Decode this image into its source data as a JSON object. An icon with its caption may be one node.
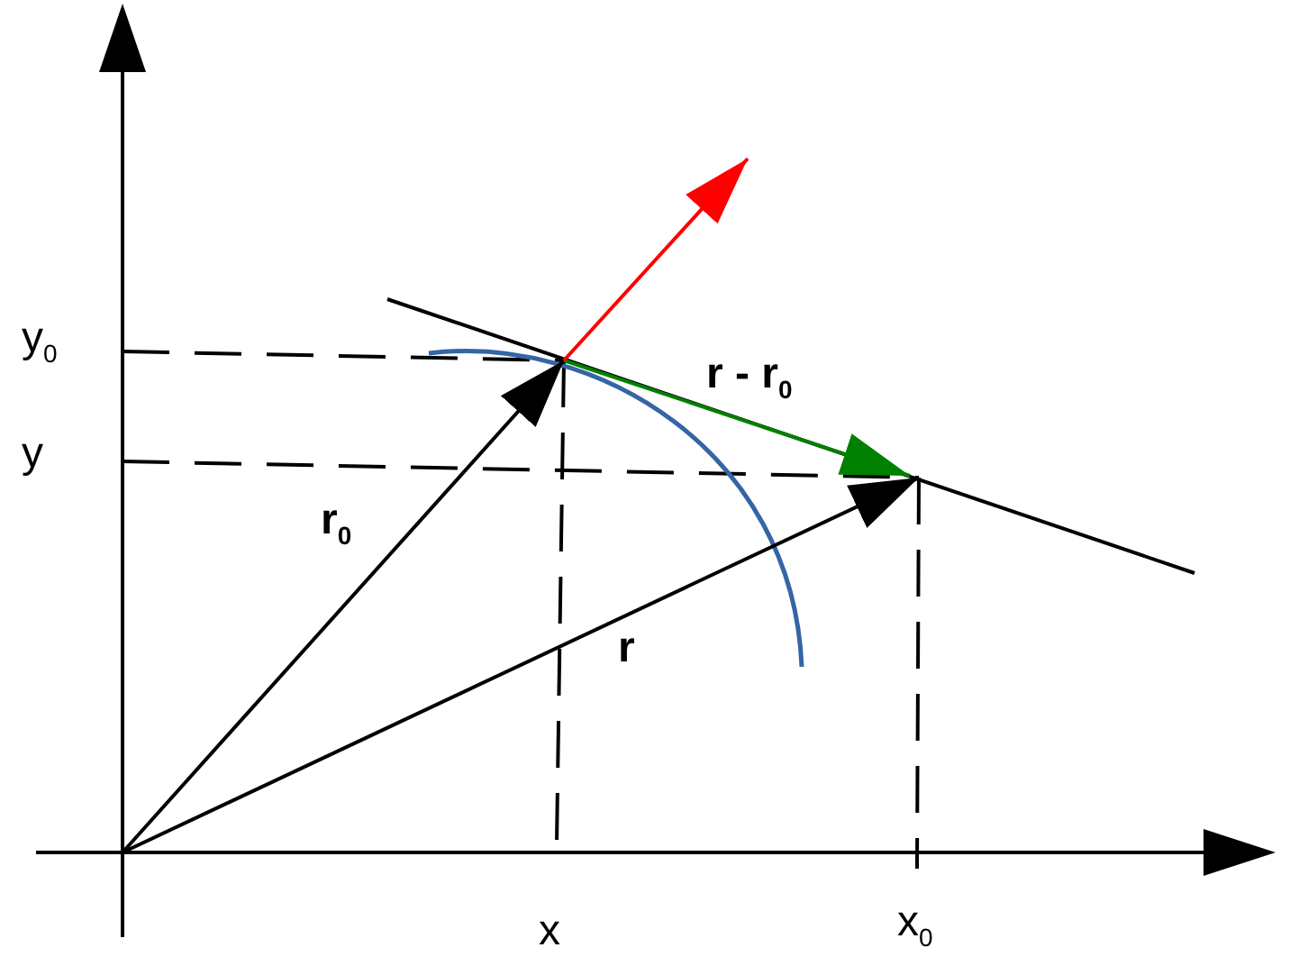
{
  "diagram": {
    "labels": [
      "y$_{0}$",
      "y",
      "r$_{0}$",
      "r - r$_{0}$",
      "r",
      "x",
      "x$_{0}$"
    ]
  }
}
